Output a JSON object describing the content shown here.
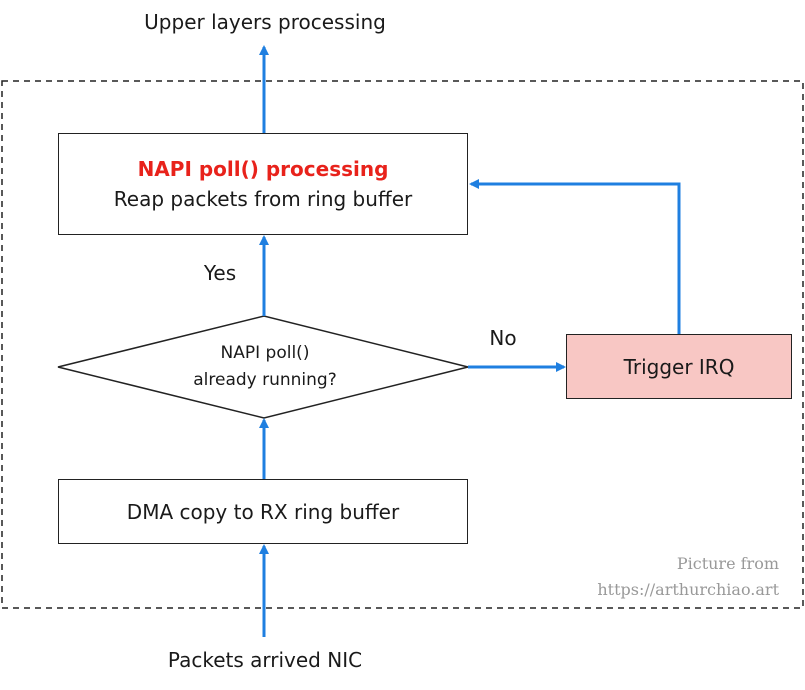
{
  "diagram": {
    "top_label": "Upper layers processing",
    "bottom_label": "Packets arrived NIC",
    "napi_box": {
      "title": "NAPI poll() processing",
      "subtitle": "Reap packets from ring buffer"
    },
    "decision": {
      "line1": "NAPI poll()",
      "line2": "already running?"
    },
    "dma_box": "DMA copy to RX ring buffer",
    "irq_box": "Trigger IRQ",
    "yes_label": "Yes",
    "no_label": "No",
    "credit": {
      "line1": "Picture from",
      "line2": "https://arthurchiao.art"
    }
  },
  "colors": {
    "arrow": "#1f7fe0",
    "highlight_text": "#e8221b",
    "irq_fill": "#f8c7c4",
    "outline": "#222222"
  }
}
